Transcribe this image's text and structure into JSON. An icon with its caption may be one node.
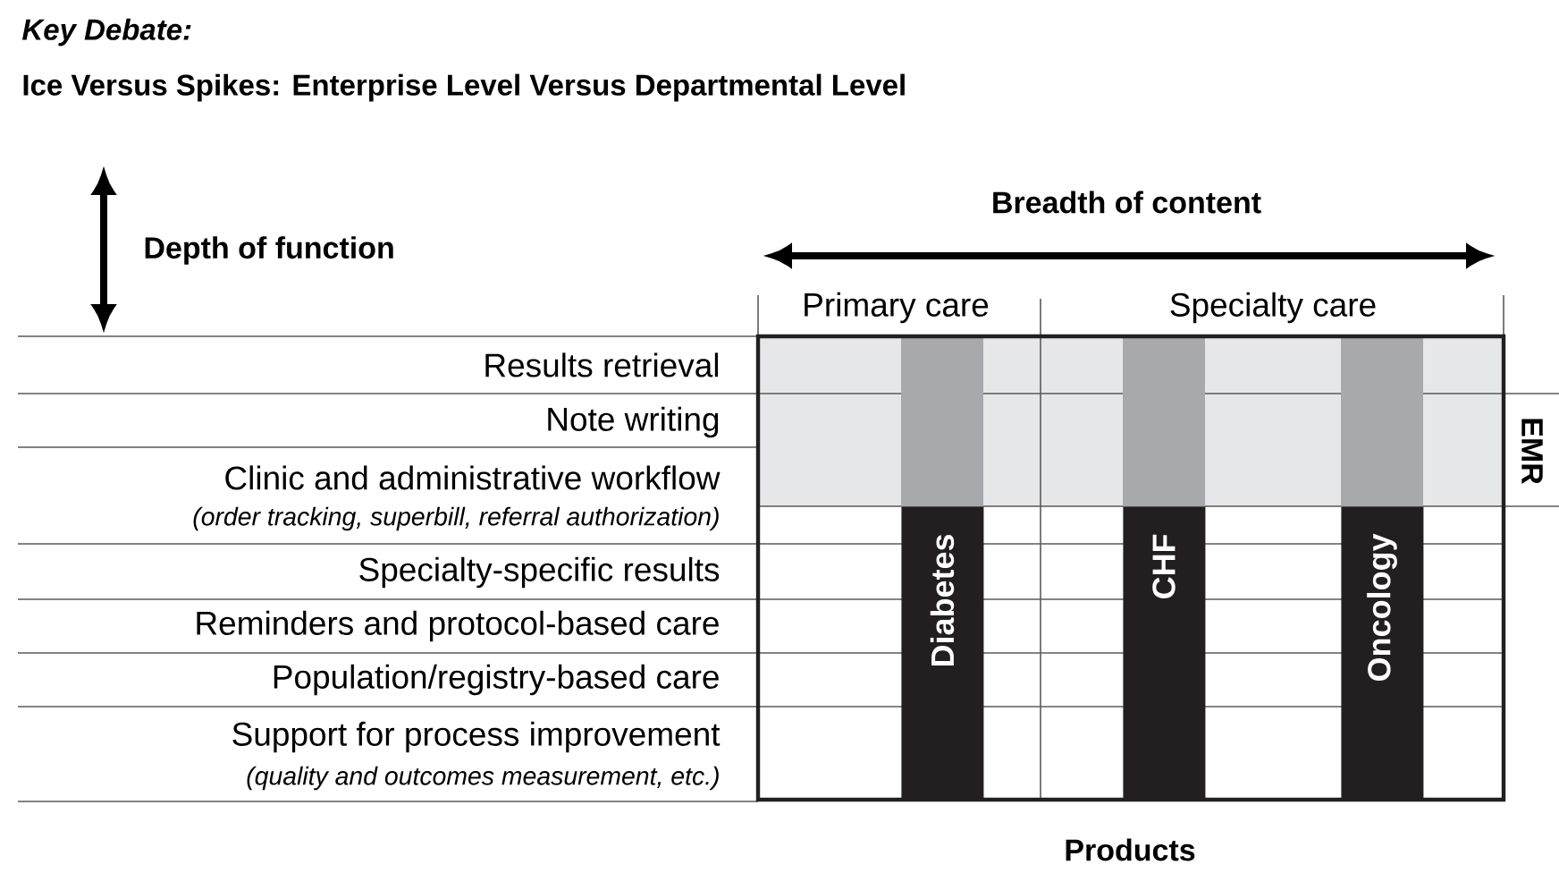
{
  "diagram": {
    "title": "Ice Versus Spikes: Enterprise Level Versus Departmental Level",
    "nodes": [
      {
        "text": [
          "EMR"
        ]
      },
      {
        "text": [
          "Diabetes"
        ]
      },
      {
        "text": [
          "CHF"
        ]
      },
      {
        "text": [
          "Oncology"
        ]
      }
    ],
    "labels": [
      "Key Debate:",
      "Breadth of content",
      "Depth of function",
      "Primary care",
      "Specialty care",
      "Results retrieval",
      "Note writing",
      "Clinic and administrative workflow",
      "(order tracking, superbill, referral authorization)",
      "Specialty-specific results",
      "Reminders and protocol-based care",
      "Population/registry-based care",
      "Support for process improvement",
      "(quality and outcomes measurement, etc.)",
      "Products"
    ]
  }
}
